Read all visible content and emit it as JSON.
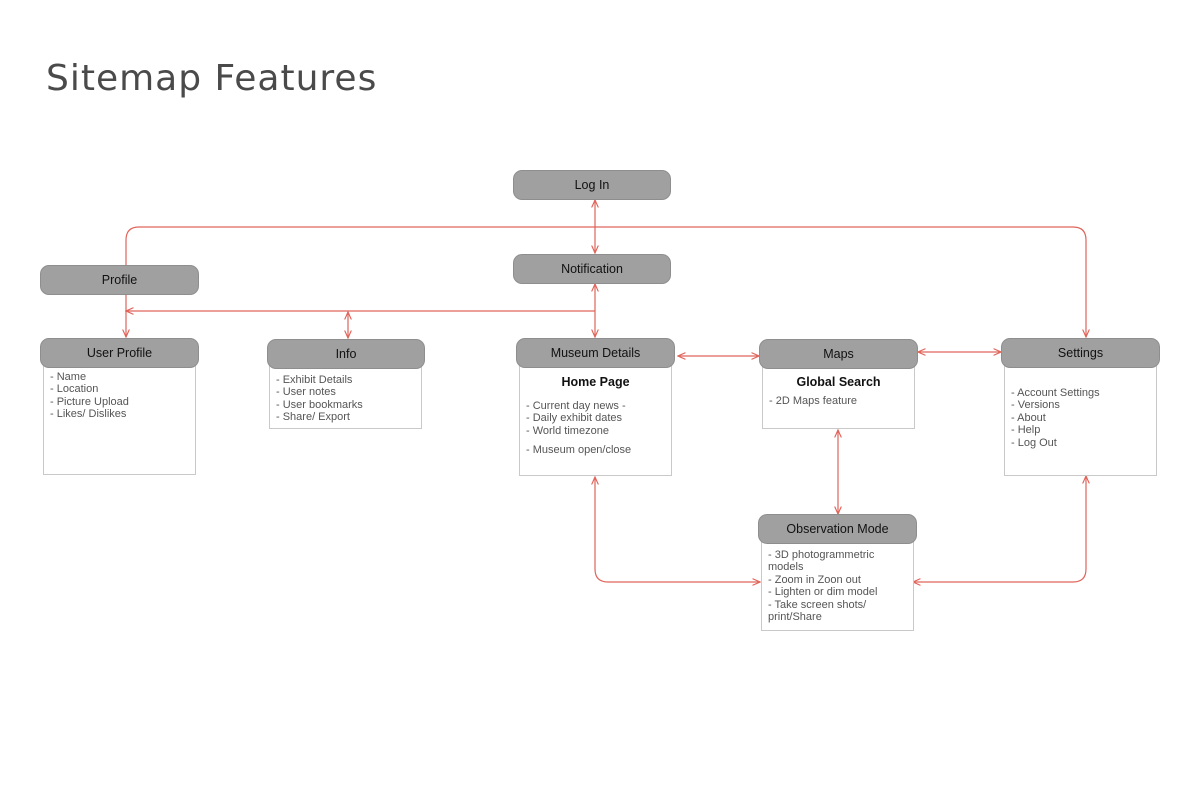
{
  "title": "Sitemap Features",
  "colors": {
    "connector": "#e0645a",
    "pill_fill": "#a0a0a0",
    "box_border": "#c9c9c9"
  },
  "nodes": {
    "login": {
      "label": "Log In"
    },
    "notification": {
      "label": "Notification"
    },
    "profile": {
      "label": "Profile"
    },
    "user_profile": {
      "label": "User Profile",
      "items": [
        "- Name",
        "- Location",
        "- Picture Upload",
        "- Likes/ Dislikes"
      ]
    },
    "info": {
      "label": "Info",
      "items": [
        "- Exhibit Details",
        "- User notes",
        "- User bookmarks",
        "- Share/ Export"
      ]
    },
    "museum_details": {
      "label": "Museum Details",
      "heading": "Home Page",
      "items": [
        "- Current day news -",
        "- Daily exhibit dates",
        "- World timezone"
      ],
      "extra": "- Museum open/close"
    },
    "maps": {
      "label": "Maps",
      "heading": "Global Search",
      "items": [
        "- 2D Maps feature"
      ]
    },
    "settings": {
      "label": "Settings",
      "items": [
        "- Account Settings",
        "- Versions",
        "- About",
        "- Help",
        "- Log Out"
      ]
    },
    "observation_mode": {
      "label": "Observation Mode",
      "items": [
        "- 3D photogrammetric models",
        "- Zoom in Zoon out",
        "- Lighten or dim model",
        "- Take screen shots/",
        "print/Share"
      ]
    }
  }
}
